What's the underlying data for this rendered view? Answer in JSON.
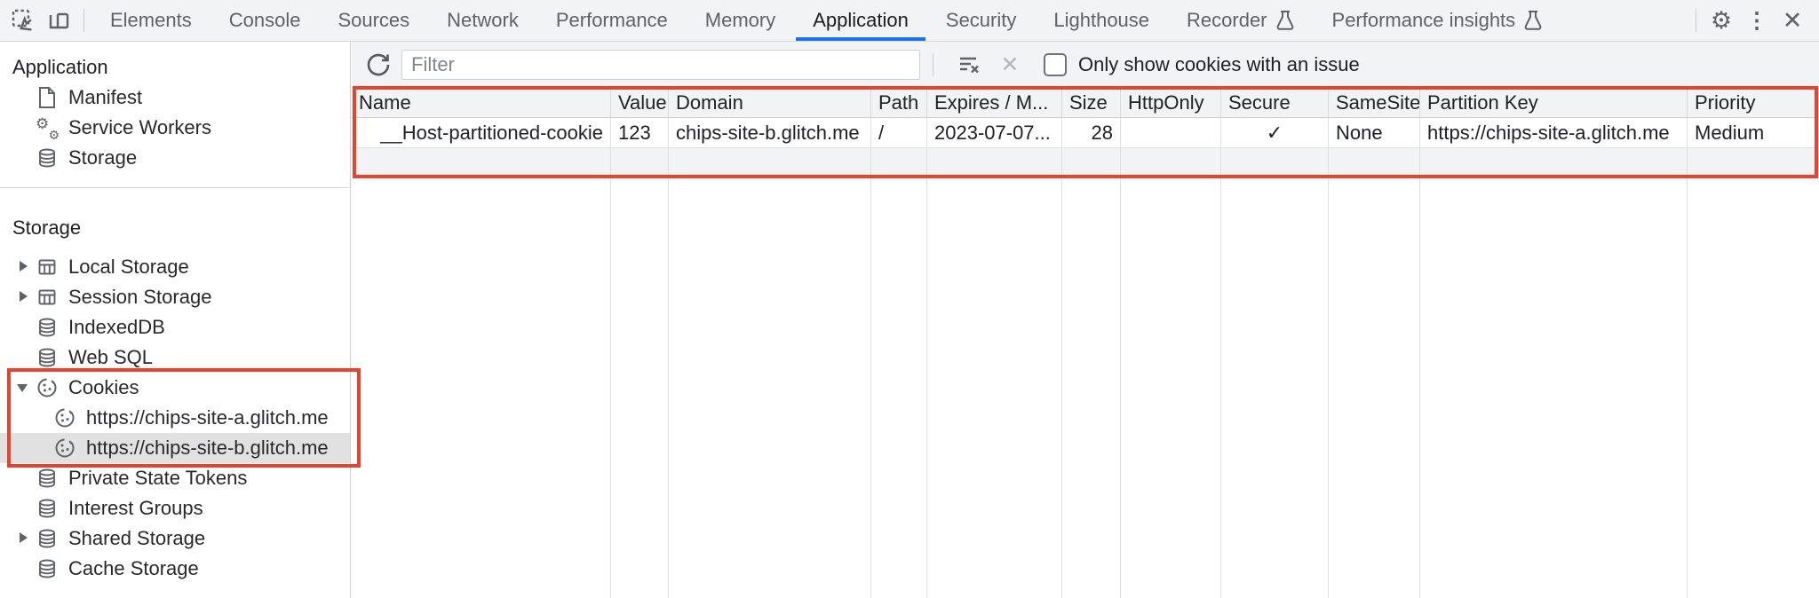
{
  "colors": {
    "accent_blue": "#1a73e8",
    "highlight_red": "#e8432d",
    "icon_gray": "#5f6368",
    "selection_gray": "#e1e1e1",
    "toolbar_bg": "#f1f3f4"
  },
  "tabbar": {
    "tabs": [
      {
        "label": "Elements",
        "active": false
      },
      {
        "label": "Console",
        "active": false
      },
      {
        "label": "Sources",
        "active": false
      },
      {
        "label": "Network",
        "active": false
      },
      {
        "label": "Performance",
        "active": false
      },
      {
        "label": "Memory",
        "active": false
      },
      {
        "label": "Application",
        "active": true
      },
      {
        "label": "Security",
        "active": false
      },
      {
        "label": "Lighthouse",
        "active": false
      },
      {
        "label": "Recorder",
        "active": false,
        "experimental": true
      },
      {
        "label": "Performance insights",
        "active": false,
        "experimental": true
      }
    ],
    "icons": {
      "gear": "⚙",
      "kebab": "⋮",
      "close": "✕"
    }
  },
  "sidebar": {
    "sections": [
      {
        "title": "Application",
        "items": [
          {
            "label": "Manifest",
            "icon": "document-icon"
          },
          {
            "label": "Service Workers",
            "icon": "service-workers-icon"
          },
          {
            "label": "Storage",
            "icon": "database-icon"
          }
        ]
      },
      {
        "title": "Storage",
        "items": [
          {
            "label": "Local Storage",
            "icon": "table-icon",
            "expander": "collapsed"
          },
          {
            "label": "Session Storage",
            "icon": "table-icon",
            "expander": "collapsed"
          },
          {
            "label": "IndexedDB",
            "icon": "database-icon"
          },
          {
            "label": "Web SQL",
            "icon": "database-icon"
          },
          {
            "label": "Cookies",
            "icon": "cookie-icon",
            "expander": "expanded"
          },
          {
            "label": "https://chips-site-a.glitch.me",
            "icon": "cookie-icon",
            "child": true
          },
          {
            "label": "https://chips-site-b.glitch.me",
            "icon": "cookie-icon",
            "child": true,
            "selected": true
          },
          {
            "label": "Private State Tokens",
            "icon": "database-icon"
          },
          {
            "label": "Interest Groups",
            "icon": "database-icon"
          },
          {
            "label": "Shared Storage",
            "icon": "database-icon",
            "expander": "collapsed"
          },
          {
            "label": "Cache Storage",
            "icon": "database-icon"
          }
        ]
      }
    ]
  },
  "cookies_panel": {
    "toolbar": {
      "filter_placeholder": "Filter",
      "filter_value": "",
      "clear_icon": "✕",
      "issues_checkbox_label": "Only show cookies with an issue",
      "issues_checkbox_checked": false
    },
    "table": {
      "columns": [
        "Name",
        "Value",
        "Domain",
        "Path",
        "Expires / M...",
        "Size",
        "HttpOnly",
        "Secure",
        "SameSite",
        "Partition Key",
        "Priority"
      ],
      "rows": [
        {
          "cells": [
            "__Host-partitioned-cookie",
            "123",
            "chips-site-b.glitch.me",
            "/",
            "2023-07-07...",
            "28",
            "",
            "✓",
            "None",
            "https://chips-site-a.glitch.me",
            "Medium"
          ]
        }
      ]
    }
  },
  "annotations": {
    "highlight_boxes": [
      "cookies-sidebar-section",
      "cookies-table-row"
    ]
  }
}
